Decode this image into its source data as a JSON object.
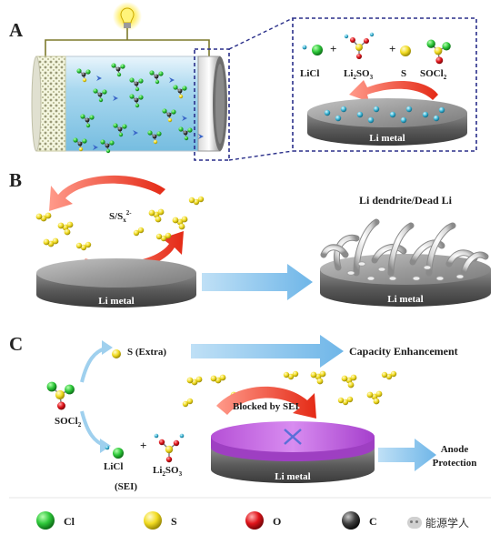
{
  "panels": {
    "a": {
      "letter": "A",
      "inset": {
        "species": [
          "LiCl",
          "Li",
          "2",
          "SO",
          "3",
          "S",
          "SOCl",
          "2"
        ],
        "plus": "+",
        "disk_label": "Li metal"
      }
    },
    "b": {
      "letter": "B",
      "polysulfide": {
        "main": "S/S",
        "sub": "x",
        "sup": "2-"
      },
      "left_disk_label": "Li metal",
      "right_title": "Li dendrite/Dead Li",
      "right_disk_label": "Li metal"
    },
    "c": {
      "letter": "C",
      "s_extra": "S (Extra)",
      "capacity": "Capacity Enhancement",
      "socl2": {
        "main": "SOCl",
        "sub": "2"
      },
      "licl": "LiCl",
      "plus": "+",
      "li2so3": {
        "a": "Li",
        "sub1": "2",
        "b": "SO",
        "sub2": "3"
      },
      "sei": "(SEI)",
      "blocked": "Blocked by SEI",
      "disk_label": "Li metal",
      "anode_line1": "Anode",
      "anode_line2": "Protection"
    }
  },
  "legend": [
    {
      "label": "Cl",
      "color": "#2ec83a"
    },
    {
      "label": "S",
      "color": "#f2dc22"
    },
    {
      "label": "O",
      "color": "#e0141a"
    },
    {
      "label": "C",
      "color": "#3c3c3c"
    }
  ],
  "watermark": "能源学人"
}
